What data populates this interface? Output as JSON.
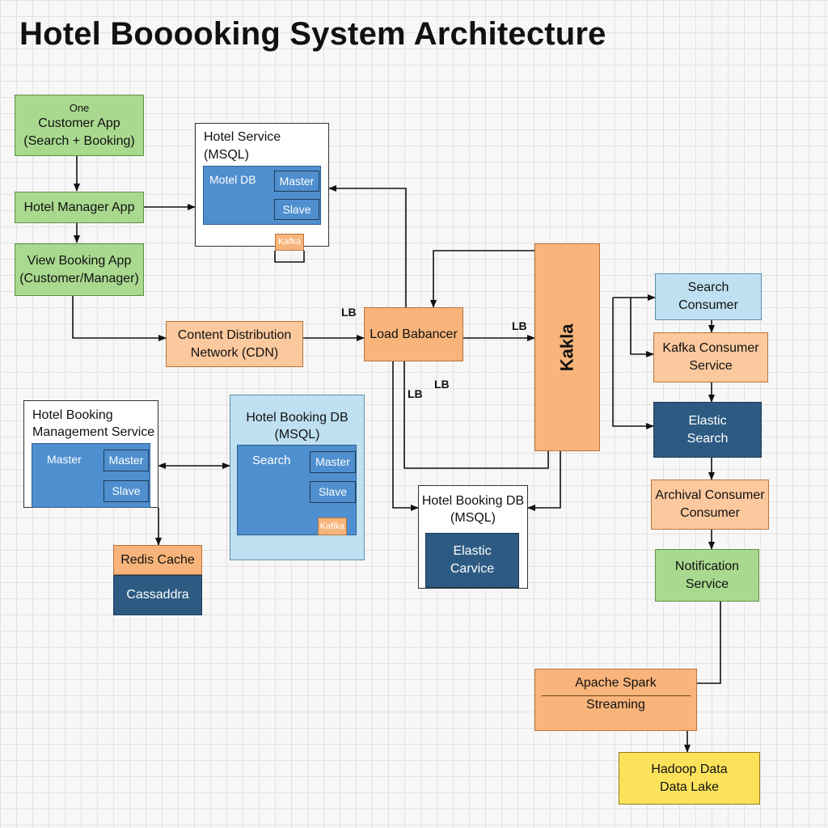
{
  "title": "Hotel Booooking System Architecture",
  "nodes": {
    "customer_app_prefix": "One",
    "customer_app": "Customer App",
    "customer_app_sub": "(Search + Booking)",
    "hotel_manager_app": "Hotel Manager App",
    "view_booking_app": "View Booking App",
    "view_booking_app_sub": "(Customer/Manager)",
    "cdn_line1": "Content Distribution",
    "cdn_line2": "Network (CDN)",
    "hotel_service": "Hotel Service",
    "hotel_service_sub": "(MSQL)",
    "motel_db": "Motel DB",
    "master": "Master",
    "slave": "Slave",
    "kafka_small": "Kafka",
    "kafka_small_2": "Kafika",
    "load_balancer": "Load Babancer",
    "lb": "LB",
    "kafka_main": "Kakla",
    "search_consumer_l1": "Search",
    "search_consumer_l2": "Consumer",
    "kafka_consumer_l1": "Kafka Consumer",
    "kafka_consumer_l2": "Service",
    "elastic_search_l1": "Elastic",
    "elastic_search_l2": "Search",
    "archival_l1": "Archival Consumer",
    "archival_l2": "Consumer",
    "notification_l1": "Notification",
    "notification_l2": "Service",
    "spark_l1": "Apache Spark",
    "spark_l2": "Streaming",
    "hadoop_l1": "Hadoop Data",
    "hadoop_l2": "Data Lake",
    "hbms_l1": "Hotel Booking",
    "hbms_l2": "Management Service",
    "hb_db_title": "Hotel Booking DB",
    "hb_db_sub": "(MSQL)",
    "search": "Search",
    "hb_db2_title": "Hotel Booking DB",
    "hb_db2_sub": "(MSQL)",
    "elastic_l1": "Elastic",
    "elastic_l2": "Carvice",
    "redis_cache": "Redis Cache",
    "cassandra": "Cassaddra"
  },
  "colors": {
    "green": "#a9d98f",
    "orange": "#f8b47a",
    "light_orange": "#fcc99e",
    "light_blue": "#bfe0f0",
    "mid_blue": "#4f8fcf",
    "dark_blue": "#2d5a82",
    "yellow": "#fbe25a"
  }
}
